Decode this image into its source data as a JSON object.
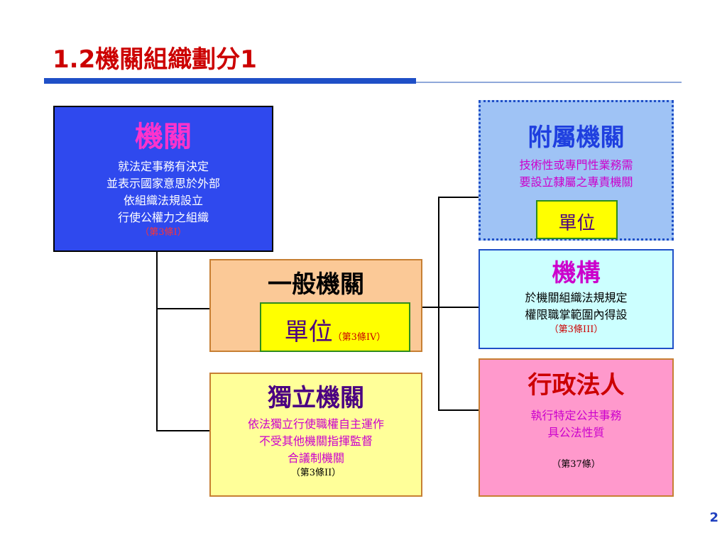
{
  "slide": {
    "title": "1.2機關組織劃分1",
    "page_number": "2"
  },
  "boxes": {
    "agency": {
      "title": "機關",
      "lines": [
        "就法定事務有決定",
        "並表示國家意思於外部",
        "依組織法規設立",
        "行使公權力之組織"
      ],
      "article": "（第3條I）"
    },
    "general_agency": {
      "title": "一般機關",
      "unit_label": "單位",
      "unit_article": "（第3條IV）"
    },
    "independent_agency": {
      "title": "獨立機關",
      "lines": [
        "依法獨立行使職權自主運作",
        "不受其他機關指揮監督",
        "合議制機關"
      ],
      "article": "（第3條II）"
    },
    "affiliated_agency": {
      "title": "附屬機關",
      "lines": [
        "技術性或專門性業務需",
        "要設立隸屬之專責機關"
      ],
      "unit_label": "單位"
    },
    "institution": {
      "title": "機構",
      "lines": [
        "於機關組織法規規定",
        "權限職掌範圍內得設"
      ],
      "article": "（第3條III）"
    },
    "administrative_legal_person": {
      "title": "行政法人",
      "lines": [
        "執行特定公共事務",
        "具公法性質"
      ],
      "article": "（第37條）"
    }
  },
  "colors": {
    "title_red": "#cc0000",
    "accent_blue": "#1f4fc7",
    "agency_fill": "#2f49ee",
    "general_fill": "#fbc997",
    "independent_fill": "#ffff99",
    "affiliated_fill": "#9fc3f5",
    "institution_fill": "#ccffff",
    "legal_person_fill": "#ff99cc",
    "unit_fill": "#ffff00",
    "unit_border": "#2e8b1e",
    "dark_purple": "#4b0082",
    "magenta": "#cc00cc"
  }
}
